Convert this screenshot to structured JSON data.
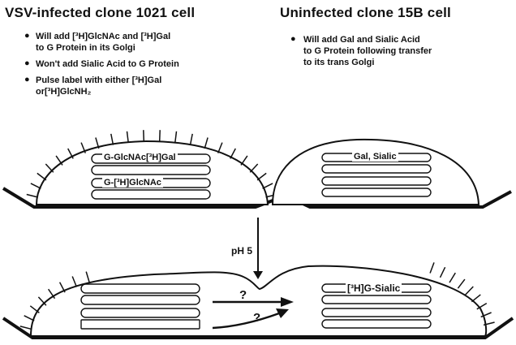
{
  "left": {
    "title": "VSV-infected clone 1021 cell",
    "bullets": [
      {
        "lines": [
          "Will add [³H]GlcNAc and [³H]Gal",
          "to G Protein in its Golgi"
        ]
      },
      {
        "lines": [
          "Won't add Sialic Acid to G Protein"
        ]
      },
      {
        "lines": [
          "Pulse label with either [³H]Gal",
          "or[³H]GlcNH₂"
        ]
      }
    ],
    "golgi_labels": [
      "G-GlcNAc[³H]Gal",
      "G-[³H]GlcNAc"
    ]
  },
  "right": {
    "title": "Uninfected clone 15B cell",
    "bullets": [
      {
        "lines": [
          "Will add Gal and Sialic Acid",
          "to G Protein following transfer",
          "to its trans Golgi"
        ]
      }
    ],
    "golgi_label": "Gal, Sialic"
  },
  "fusion": {
    "ph_label": "pH 5",
    "question_marks": [
      "?",
      "?"
    ],
    "result_label": "[³H]G-Sialic"
  }
}
